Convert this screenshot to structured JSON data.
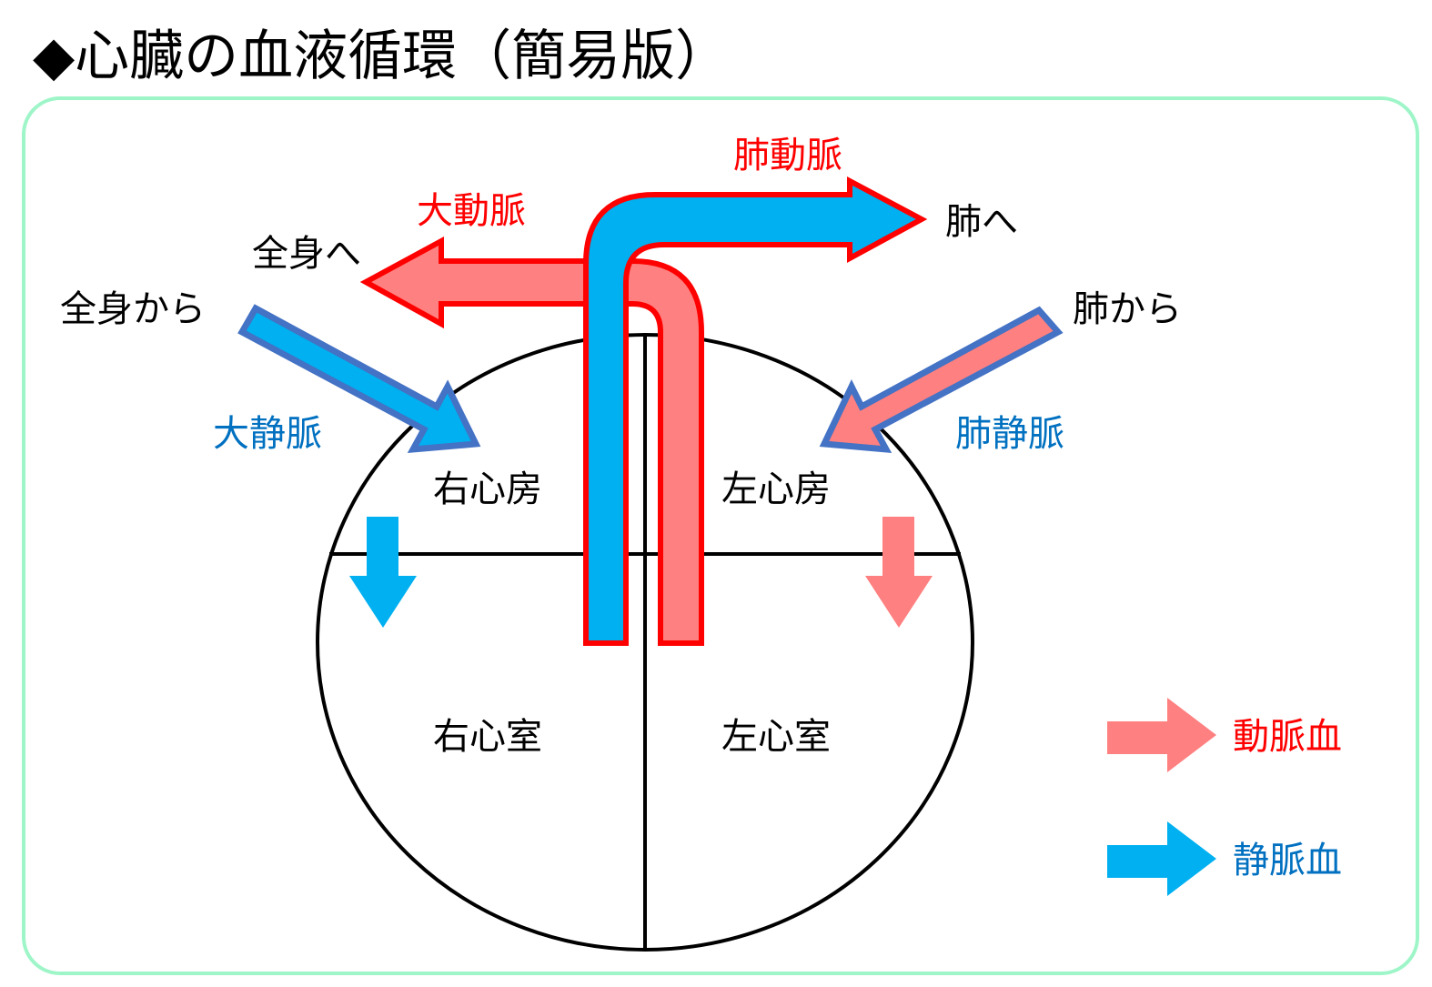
{
  "title": "◆心臓の血液循環（簡易版）",
  "labels": {
    "pulmonary_artery": "肺動脈",
    "aorta": "大動脈",
    "to_lungs": "肺へ",
    "to_body": "全身へ",
    "from_body": "全身から",
    "from_lungs": "肺から",
    "vena_cava": "大静脈",
    "pulmonary_vein": "肺静脈",
    "right_atrium": "右心房",
    "left_atrium": "左心房",
    "right_ventricle": "右心室",
    "left_ventricle": "左心室"
  },
  "legend": {
    "arterial": "動脈血",
    "venous": "静脈血"
  },
  "colors": {
    "arterial_fill": "#ff8080",
    "arterial_text": "#ff0000",
    "venous_fill": "#00b0f0",
    "venous_label": "#0070c0",
    "vessel_outline_red": "#ff0000",
    "vessel_outline_blue": "#4472c4",
    "frame": "#9ef5c8",
    "heart_outline": "#000000"
  }
}
